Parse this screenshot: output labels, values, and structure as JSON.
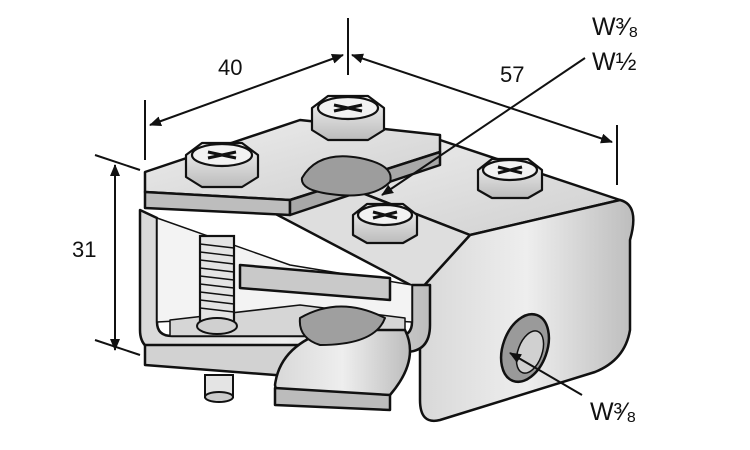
{
  "dimensions": {
    "width": "40",
    "length": "57",
    "height": "31"
  },
  "callouts": {
    "top_slot_line1": "W³⁄₈",
    "top_slot_line2": "W½",
    "side_hole": "W³⁄₈"
  },
  "colors": {
    "line": "#111111",
    "metal_light": "#e6e6e6",
    "metal_mid": "#c9c9c9",
    "metal_dark": "#a8a8a8",
    "background": "#ffffff"
  }
}
